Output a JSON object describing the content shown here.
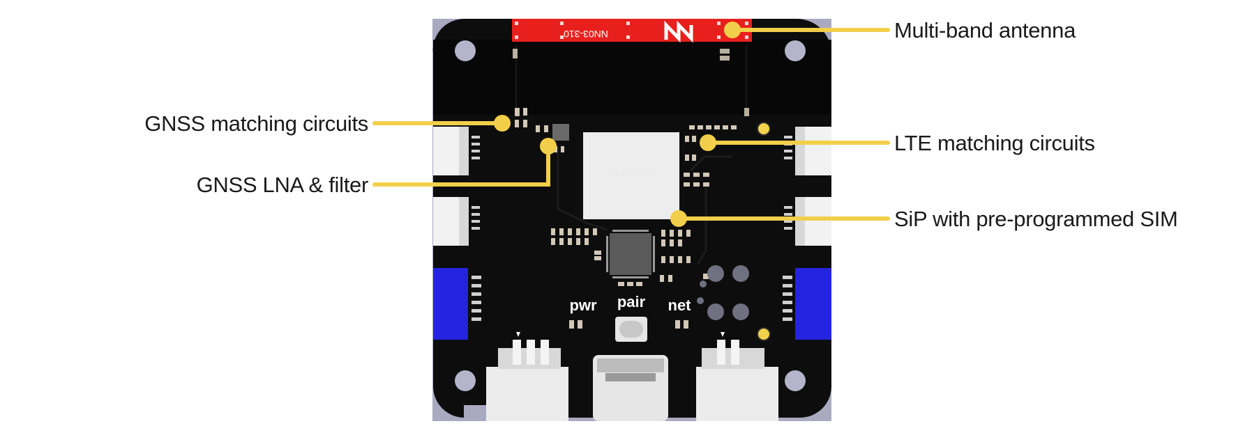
{
  "callouts": {
    "antenna": "Multi-band antenna",
    "gnss_matching": "GNSS matching circuits",
    "gnss_lna": "GNSS LNA & filter",
    "lte_matching": "LTE matching circuits",
    "sip": "SiP with pre-programmed SIM"
  },
  "board": {
    "antenna_part_number": "NN03-310",
    "led_pwr": "pwr",
    "led_pair": "pair",
    "led_net": "net"
  },
  "colors": {
    "pcb": "#0d0d0d",
    "antenna": "#e8201d",
    "connector_blue": "#2424e0",
    "callout_line": "#f2cf4a",
    "mounting_plate": "#a8a8bf"
  }
}
